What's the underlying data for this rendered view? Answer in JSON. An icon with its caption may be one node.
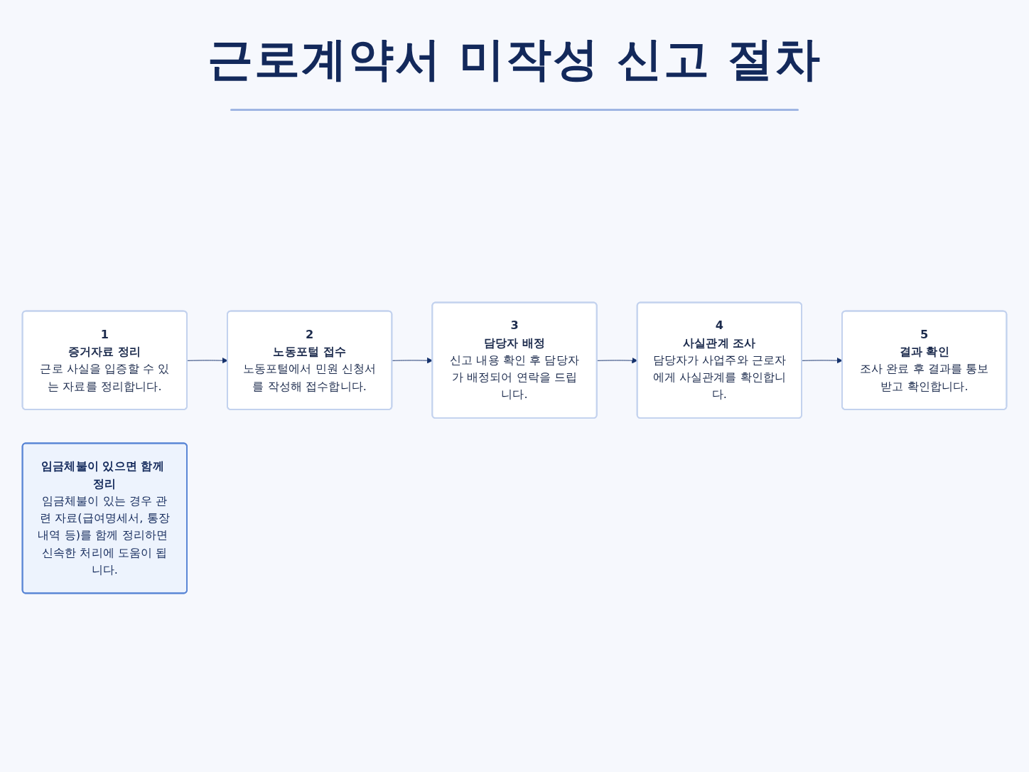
{
  "diagram": {
    "title": "근로계약서 미작성 신고 절차",
    "nodes": [
      {
        "text": [
          "1",
          "증거자료 정리",
          "근로 사실을 입증할 수 있는 자료를 정리합니다."
        ]
      },
      {
        "text": [
          "2",
          "노동포털 접수",
          "노동포털에서 민원 신청서를 작성해 접수합니다."
        ]
      },
      {
        "text": [
          "3",
          "담당자 배정",
          "신고 내용 확인 후 담당자가 배정되어 연락을 드립니다."
        ]
      },
      {
        "text": [
          "4",
          "사실관계 조사",
          "담당자가 사업주와 근로자에게 사실관계를 확인합니다."
        ]
      },
      {
        "text": [
          "5",
          "결과 확인",
          "조사 완료 후 결과를 통보받고 확인합니다."
        ]
      },
      {
        "text": [
          "임금체불이 있으면 함께 정리",
          "임금체불이 있는 경우 관련 자료(급여명세서, 통장내역 등)를 함께 정리하면 신속한 처리에 도움이 됩니다."
        ]
      }
    ],
    "edges": [
      {
        "from": 0,
        "to": 1,
        "arrow": "to"
      },
      {
        "from": 1,
        "to": 2,
        "arrow": "to"
      },
      {
        "from": 2,
        "to": 3,
        "arrow": "to"
      },
      {
        "from": 3,
        "to": 4,
        "arrow": "to"
      }
    ]
  }
}
